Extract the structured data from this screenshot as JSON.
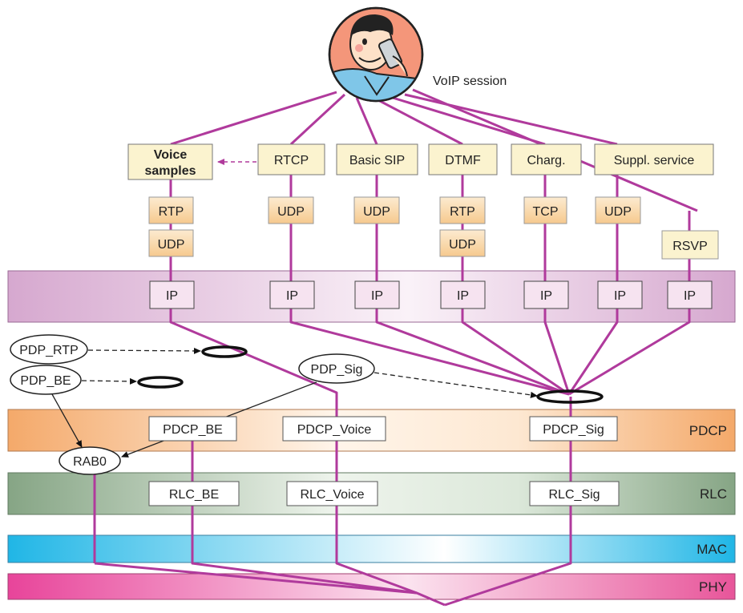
{
  "session_label": "VoIP session",
  "apps": {
    "voice": [
      "Voice",
      "samples"
    ],
    "rtcp": "RTCP",
    "basic_sip": "Basic SIP",
    "dtmf": "DTMF",
    "charg": "Charg.",
    "suppl": "Suppl. service"
  },
  "transport": {
    "rtp1": "RTP",
    "udp1": "UDP",
    "udp2": "UDP",
    "udp3": "UDP",
    "rtp4": "RTP",
    "udp4": "UDP",
    "tcp5": "TCP",
    "udp6": "UDP",
    "rsvp": "RSVP"
  },
  "ip_label": "IP",
  "pdp": {
    "rtp": "PDP_RTP",
    "be": "PDP_BE",
    "sig": "PDP_Sig",
    "rab": "RAB0"
  },
  "layers": {
    "pdcp": "PDCP",
    "rlc": "RLC",
    "mac": "MAC",
    "phy": "PHY"
  },
  "pdcp_entities": {
    "be": "PDCP_BE",
    "voice": "PDCP_Voice",
    "sig": "PDCP_Sig"
  },
  "rlc_entities": {
    "be": "RLC_BE",
    "voice": "RLC_Voice",
    "sig": "RLC_Sig"
  },
  "colors": {
    "flow_line": "#b03a9c",
    "app_box": "#fbf3cf",
    "transport_box": "#f9d9a4",
    "ip_band": "#d6a8cf",
    "pdcp_band": "#f4a96a",
    "rlc_band": "#8aa888",
    "mac_band": "#29b8e6",
    "phy_band": "#e8559a"
  }
}
